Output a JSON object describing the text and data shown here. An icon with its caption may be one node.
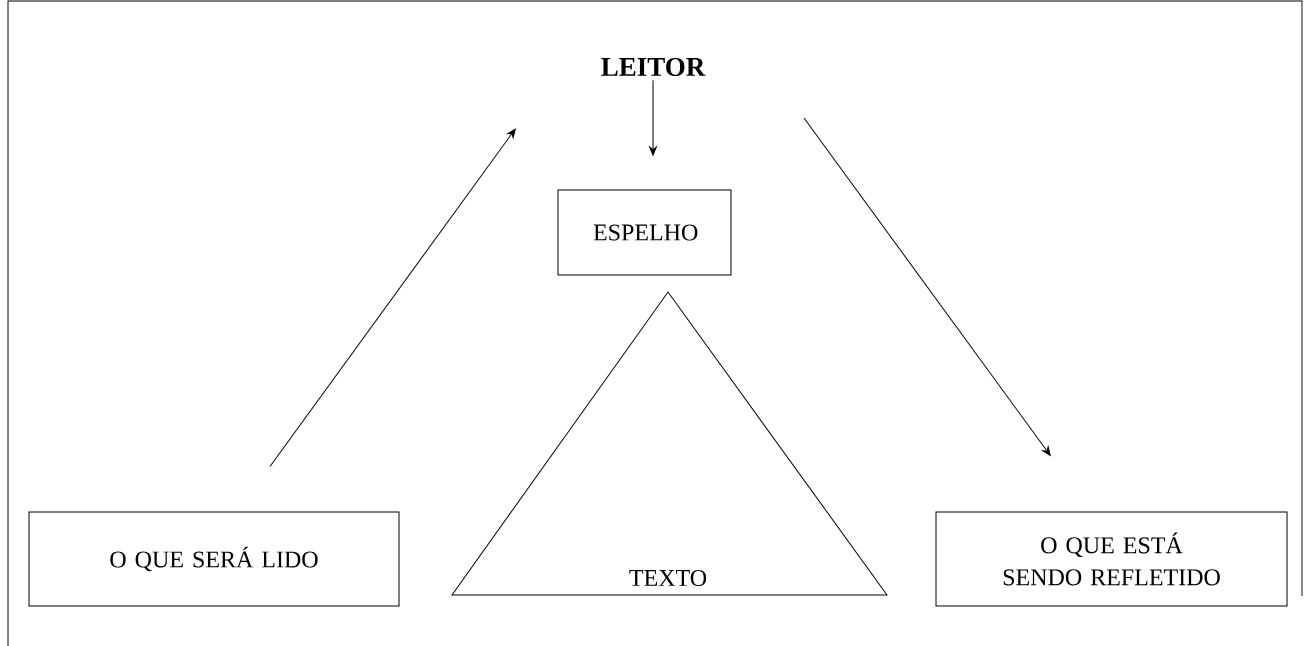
{
  "diagram": {
    "nodes": [
      {
        "text": [
          "LEITOR"
        ]
      },
      {
        "text": [
          "ESPELHO"
        ]
      },
      {
        "text": [
          "TEXTO"
        ]
      },
      {
        "text": [
          "O QUE SERÁ LIDO"
        ]
      },
      {
        "text": [
          "O QUE ESTÁ SENDO REFLETIDO"
        ]
      }
    ],
    "edges": [
      {
        "from": 0,
        "to": 1,
        "arrow": "to"
      },
      {
        "from": 3,
        "to": null,
        "arrow": "to"
      },
      {
        "from": null,
        "to": 4,
        "arrow": "to"
      }
    ]
  }
}
